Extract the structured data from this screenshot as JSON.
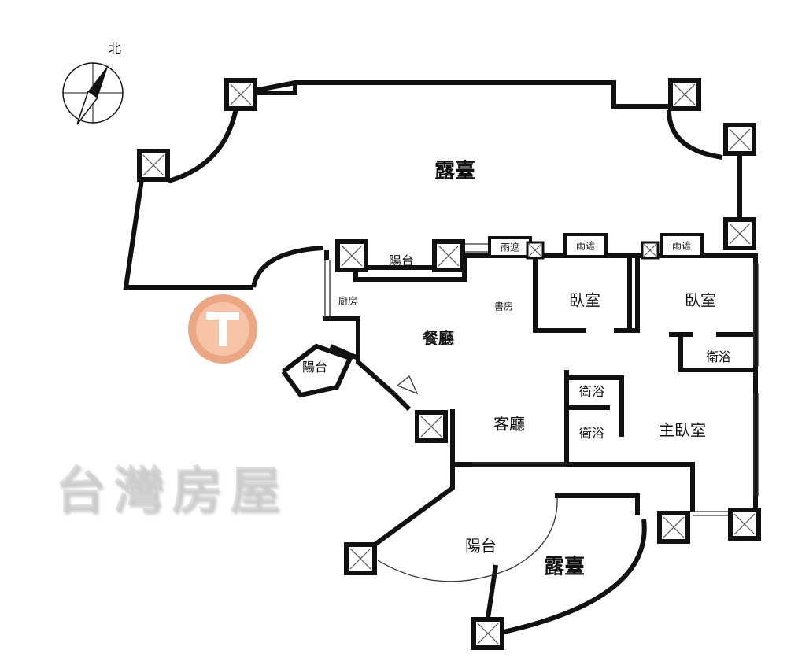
{
  "compass": {
    "north_label": "北"
  },
  "watermark": {
    "brand": "台灣房屋",
    "logo_letter": "T",
    "logo_color": "#e07a4a"
  },
  "rooms": {
    "terrace_north": "露臺",
    "balcony_north": "陽台",
    "rain_shelter_1": "雨遮",
    "rain_shelter_2": "雨遮",
    "rain_shelter_3": "雨遮",
    "kitchen": "廚房",
    "study": "書房",
    "dining": "餐廳",
    "balcony_kitchen": "陽台",
    "bedroom_1": "臥室",
    "bedroom_2": "臥室",
    "bath_1": "衛浴",
    "bath_2": "衛浴",
    "bath_3": "衛浴",
    "living": "客廳",
    "master_bedroom": "主臥室",
    "balcony_south": "陽台",
    "terrace_south": "露臺"
  }
}
